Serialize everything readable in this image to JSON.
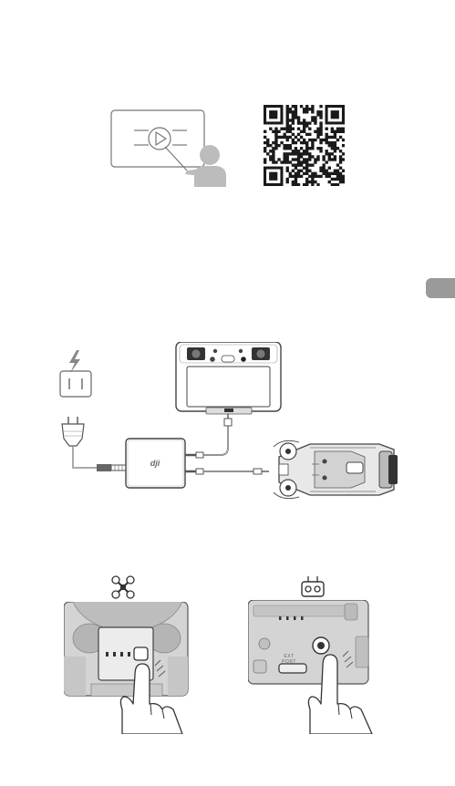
{
  "brand": {
    "logo_text": "dji"
  },
  "port_labels": {
    "top": "EXT",
    "bottom": "PORT"
  }
}
